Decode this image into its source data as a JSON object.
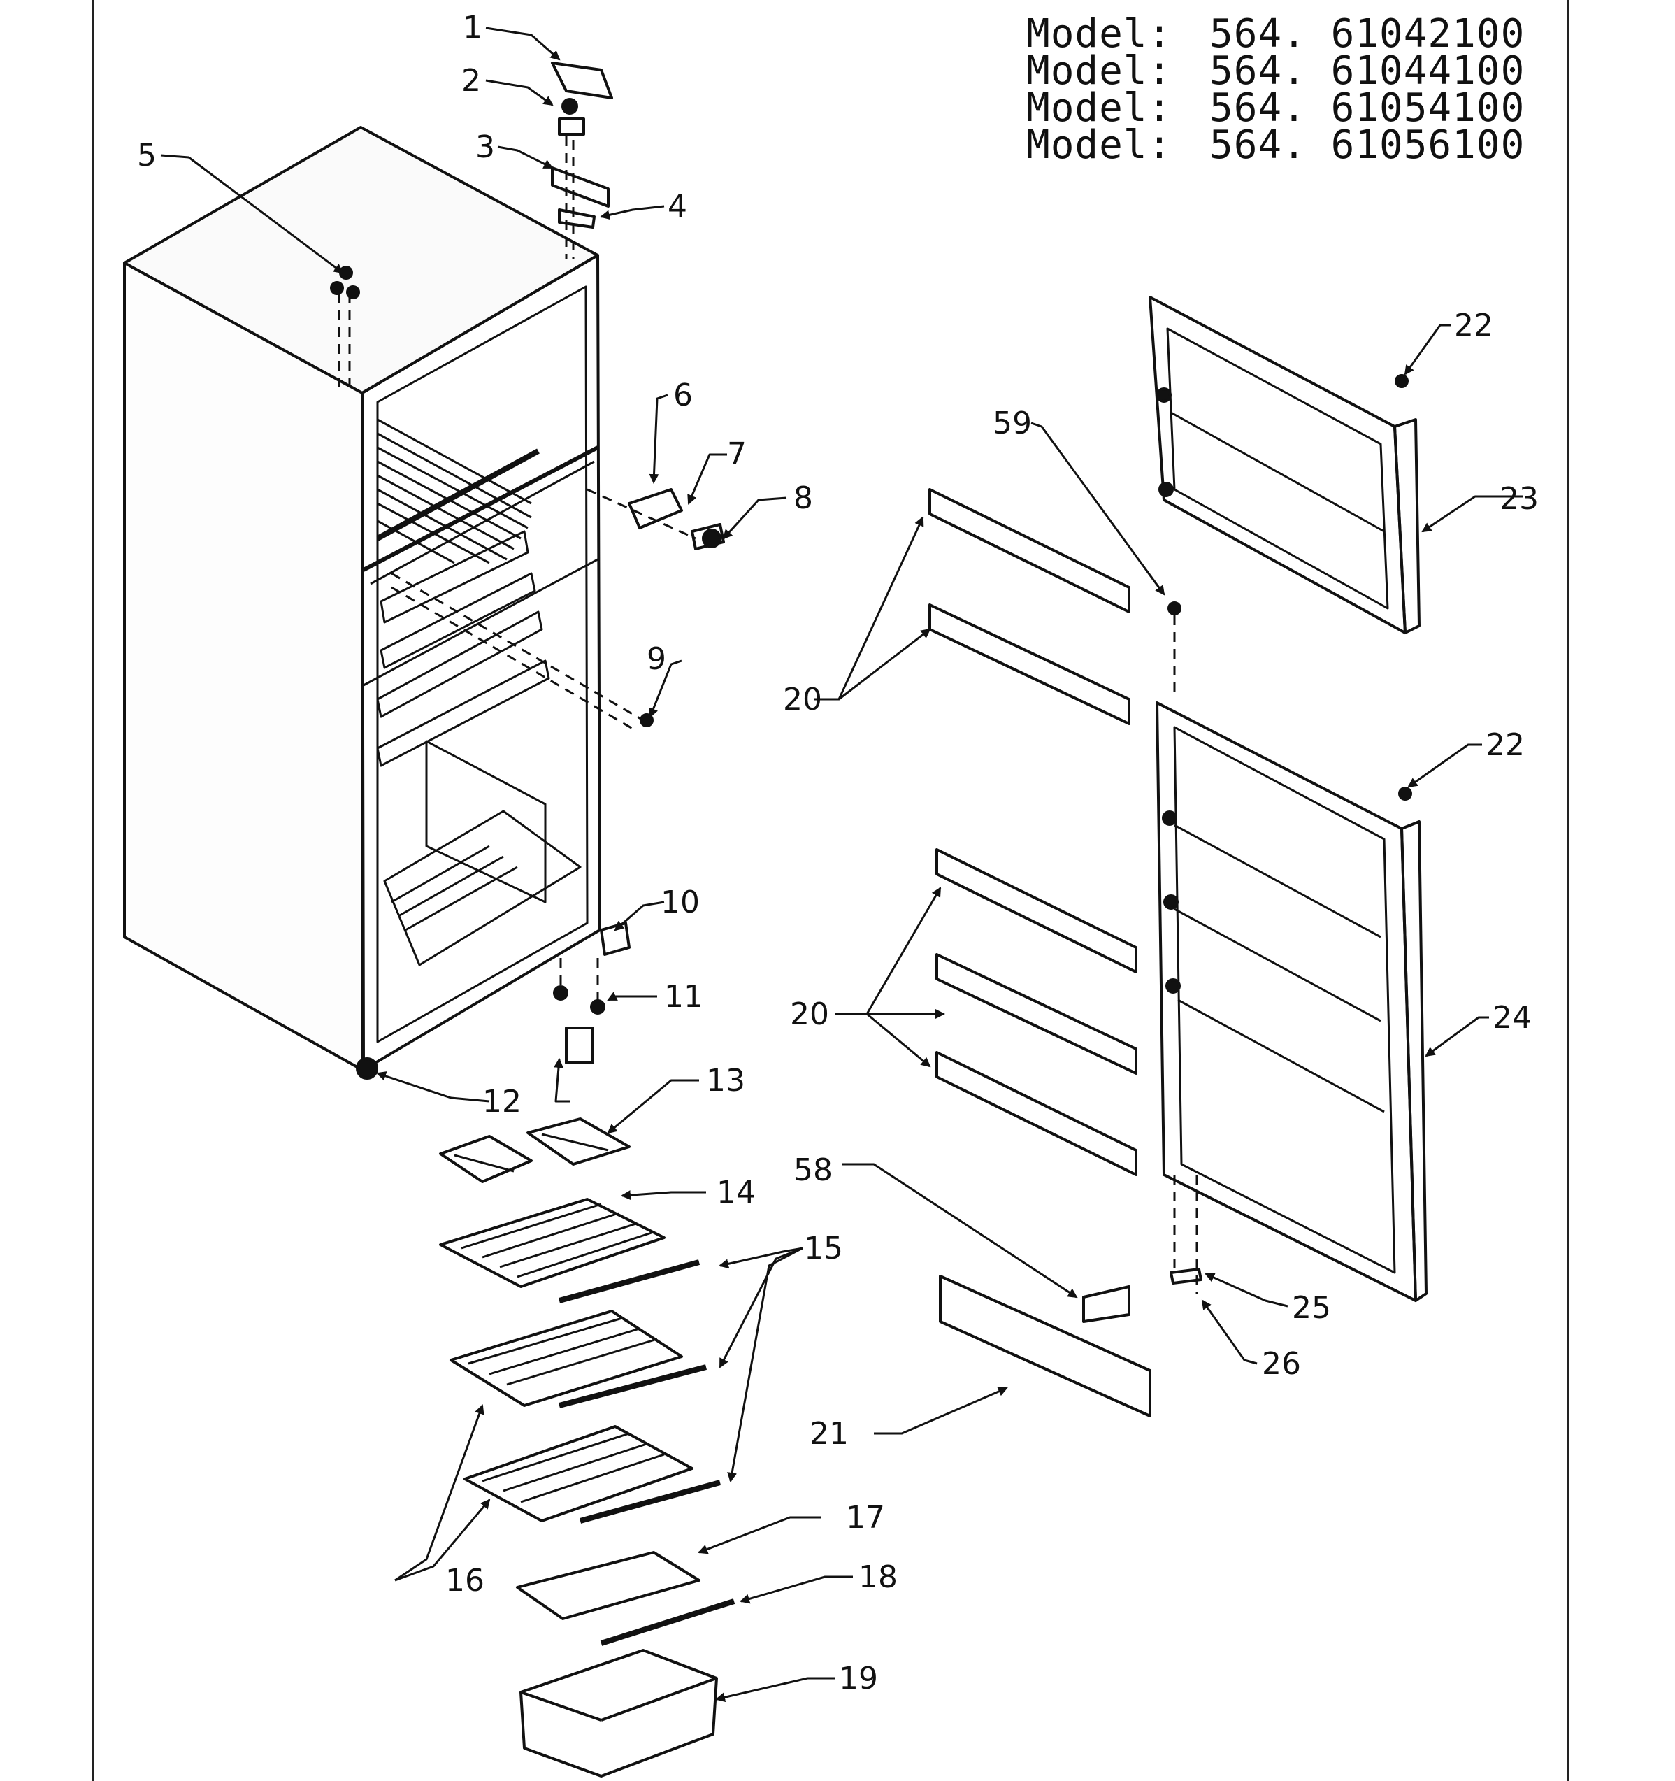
{
  "models": [
    {
      "label": "Model:",
      "number": "564. 61042100"
    },
    {
      "label": "Model:",
      "number": "564. 61044100"
    },
    {
      "label": "Model:",
      "number": "564. 61054100"
    },
    {
      "label": "Model:",
      "number": "564. 61056100"
    }
  ],
  "callouts": {
    "c1": "1",
    "c2": "2",
    "c3": "3",
    "c4": "4",
    "c5": "5",
    "c6": "6",
    "c7": "7",
    "c8": "8",
    "c9": "9",
    "c10": "10",
    "c11": "11",
    "c12": "12",
    "c13": "13",
    "c14": "14",
    "c15": "15",
    "c16": "16",
    "c17": "17",
    "c18": "18",
    "c19": "19",
    "c20a": "20",
    "c20b": "20",
    "c21": "21",
    "c22a": "22",
    "c22b": "22",
    "c23": "23",
    "c24": "24",
    "c25": "25",
    "c26": "26",
    "c58": "58",
    "c59": "59"
  }
}
